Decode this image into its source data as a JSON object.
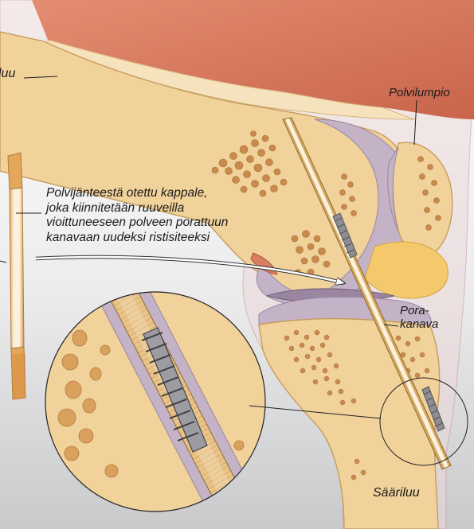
{
  "labels": {
    "femur": "luu",
    "patella": "Polvilumpio",
    "tibia": "Sääriluu",
    "graft": [
      "Polvijänteestä otettu kappale,",
      "joka kiinnitetään ruuveilla",
      "vioittuneeseen polveen porattuun",
      "kanavaan uudeksi ristisiteeksi"
    ],
    "drill_canal": [
      "Pora-",
      "kanava"
    ]
  },
  "colors": {
    "background_top": "#ffffff",
    "background_bottom": "#c9cacc",
    "bone": "#f1d29b",
    "bone_edge": "#c69b5c",
    "bone_hole": "#c98b4c",
    "cartilage": "#c4b3c6",
    "muscle": "#d97d63",
    "tendon": "#f6e3bd",
    "screw": "#8d8d93",
    "skin_outline": "#c59aa8",
    "leader_line": "#1a1a1a"
  }
}
